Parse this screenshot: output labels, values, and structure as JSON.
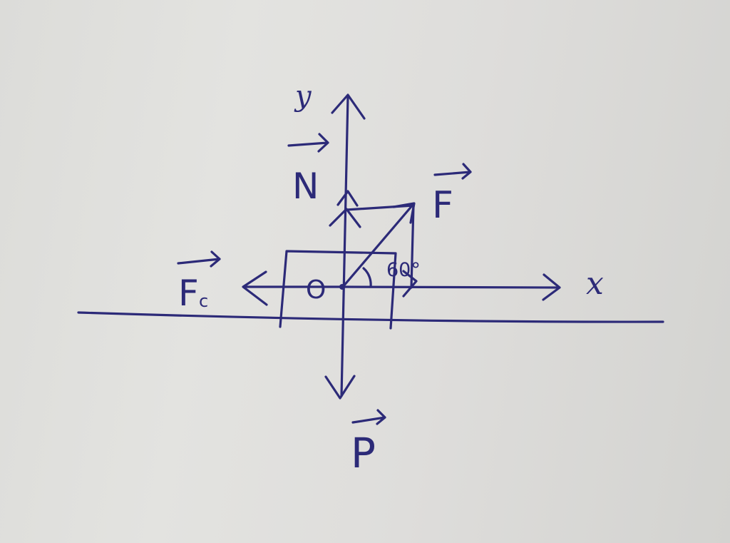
{
  "diagram": {
    "ink_color": "#2c2a78",
    "paper_color": "#e0e0dd",
    "labels": {
      "y_axis": "y",
      "x_axis": "x",
      "origin": "O",
      "normal_force": "N",
      "applied_force": "F",
      "friction_force": "F",
      "friction_subscript": "c",
      "weight": "P",
      "angle": "60°"
    }
  }
}
